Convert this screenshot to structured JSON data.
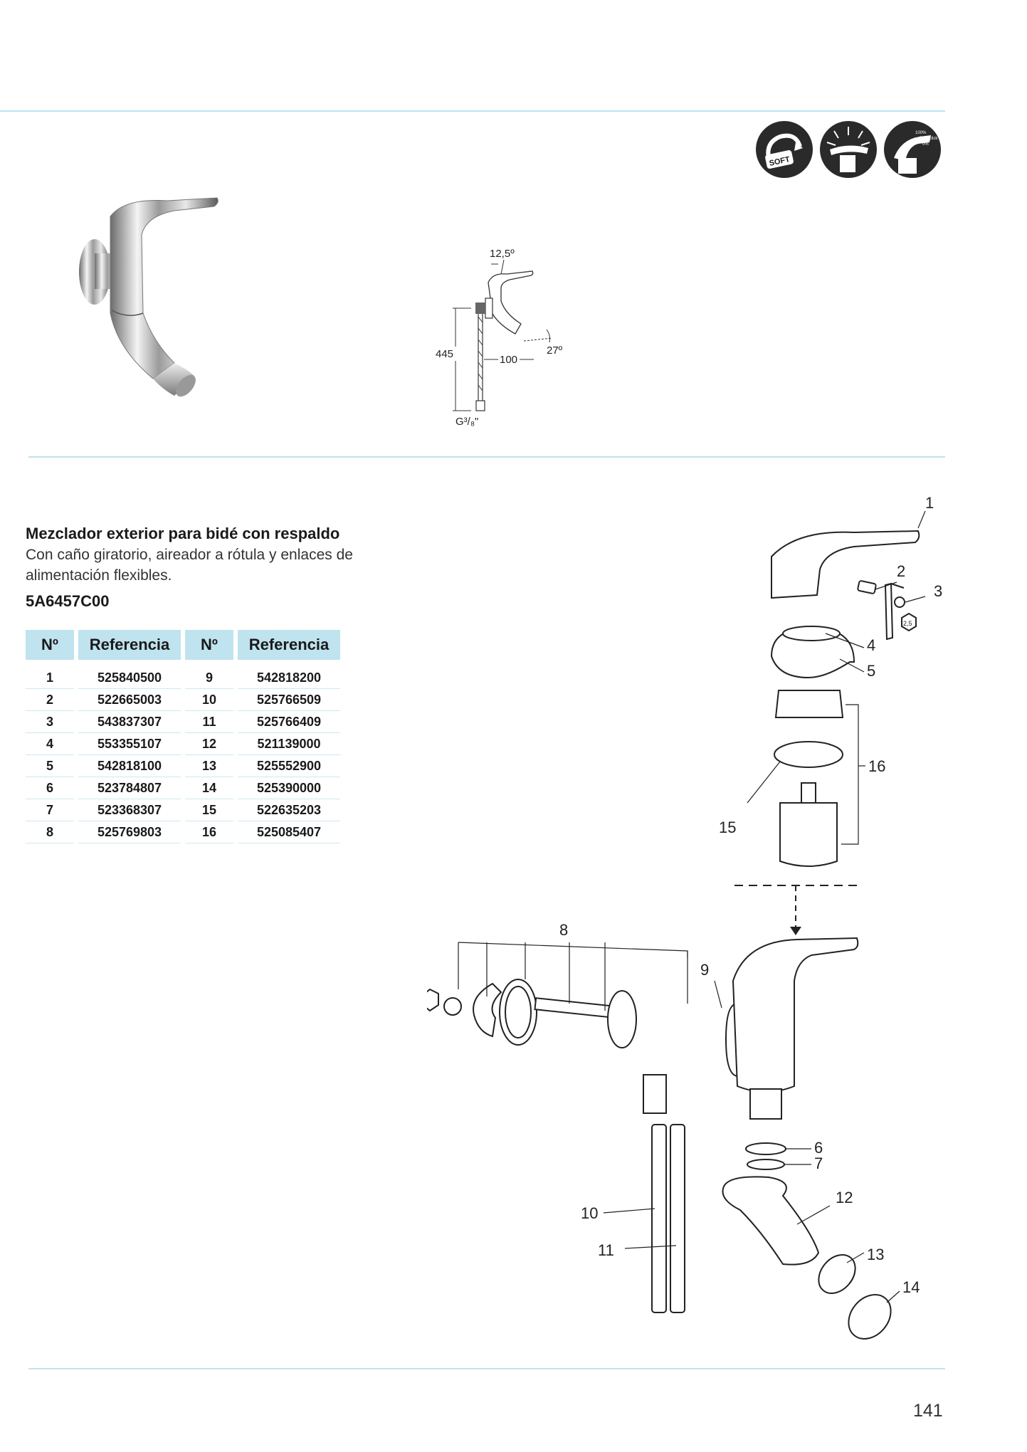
{
  "feature_icons": [
    {
      "name": "soft-close-icon",
      "label": "SOFT"
    },
    {
      "name": "cold-start-icon",
      "label": ""
    },
    {
      "name": "flow-limiter-icon",
      "labels": [
        "100%",
        "50% click",
        "0%"
      ]
    }
  ],
  "dimensions": {
    "lever_angle": "12,5º",
    "spout_angle": "27º",
    "height": "445",
    "projection": "100",
    "connection": "G³/₈\""
  },
  "product": {
    "title": "Mezclador exterior para bidé con respaldo",
    "description": "Con caño giratorio, aireador a rótula y enlaces de alimentación flexibles.",
    "code": "5A6457C00"
  },
  "parts_table": {
    "headers": [
      "Nº",
      "Referencia",
      "Nº",
      "Referencia"
    ],
    "rows": [
      [
        "1",
        "525840500",
        "9",
        "542818200"
      ],
      [
        "2",
        "522665003",
        "10",
        "525766509"
      ],
      [
        "3",
        "543837307",
        "11",
        "525766409"
      ],
      [
        "4",
        "553355107",
        "12",
        "521139000"
      ],
      [
        "5",
        "542818100",
        "13",
        "525552900"
      ],
      [
        "6",
        "523784807",
        "14",
        "525390000"
      ],
      [
        "7",
        "523368307",
        "15",
        "522635203"
      ],
      [
        "8",
        "525769803",
        "16",
        "525085407"
      ]
    ]
  },
  "callouts": {
    "c1": "1",
    "c2": "2",
    "c3": "3",
    "c4": "4",
    "c5": "5",
    "c6": "6",
    "c7": "7",
    "c8": "8",
    "c9": "9",
    "c10": "10",
    "c11": "11",
    "c12": "12",
    "c13": "13",
    "c14": "14",
    "c15": "15",
    "c16": "16",
    "hex_key_size": "2,5"
  },
  "page_number": "141"
}
